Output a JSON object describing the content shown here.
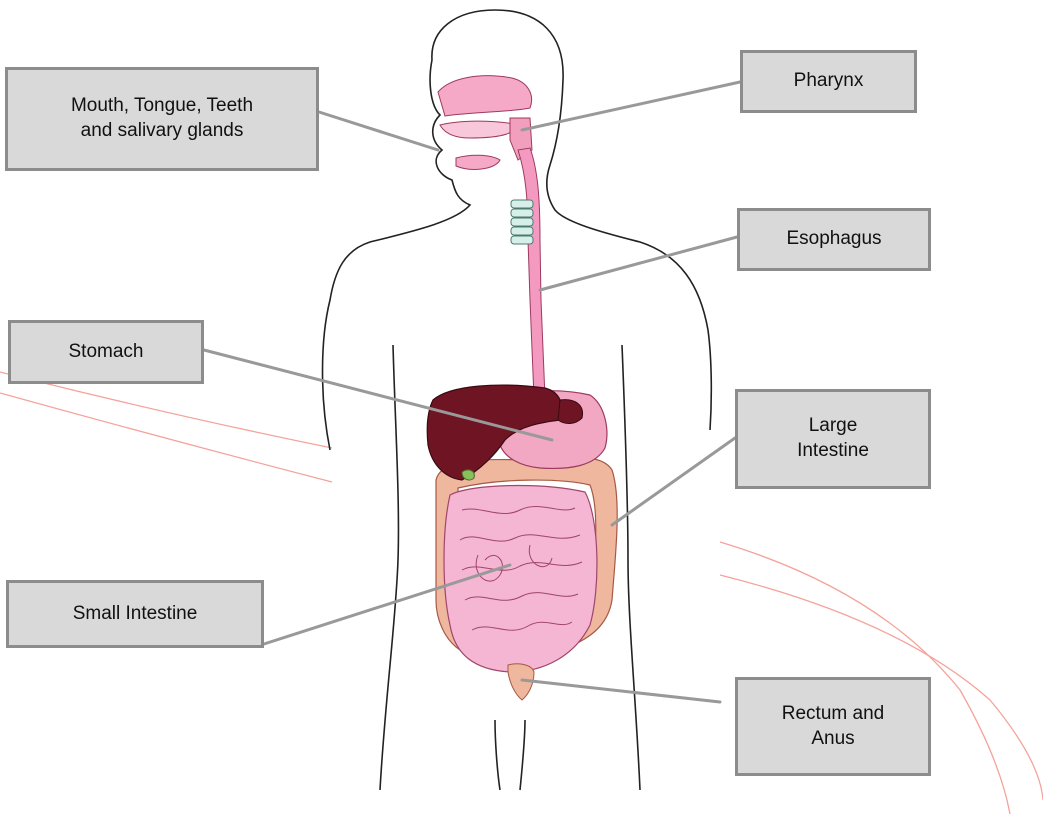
{
  "labels": {
    "mouth": "Mouth, Tongue, Teeth\nand salivary glands",
    "pharynx": "Pharynx",
    "esophagus": "Esophagus",
    "stomach": "Stomach",
    "large_intestine": "Large\nIntestine",
    "small_intestine": "Small Intestine",
    "rectum": "Rectum and\nAnus"
  },
  "colors": {
    "label_fill": "#d9d9d9",
    "label_border": "#8c8c8c",
    "leader_line": "#999999",
    "body_outline": "#222222",
    "liver": "#6e1423",
    "stomach": "#f2a7c3",
    "intestine": "#f4b6d2",
    "esophagus": "#f49ac1",
    "decor_curve": "#f4a39a"
  }
}
